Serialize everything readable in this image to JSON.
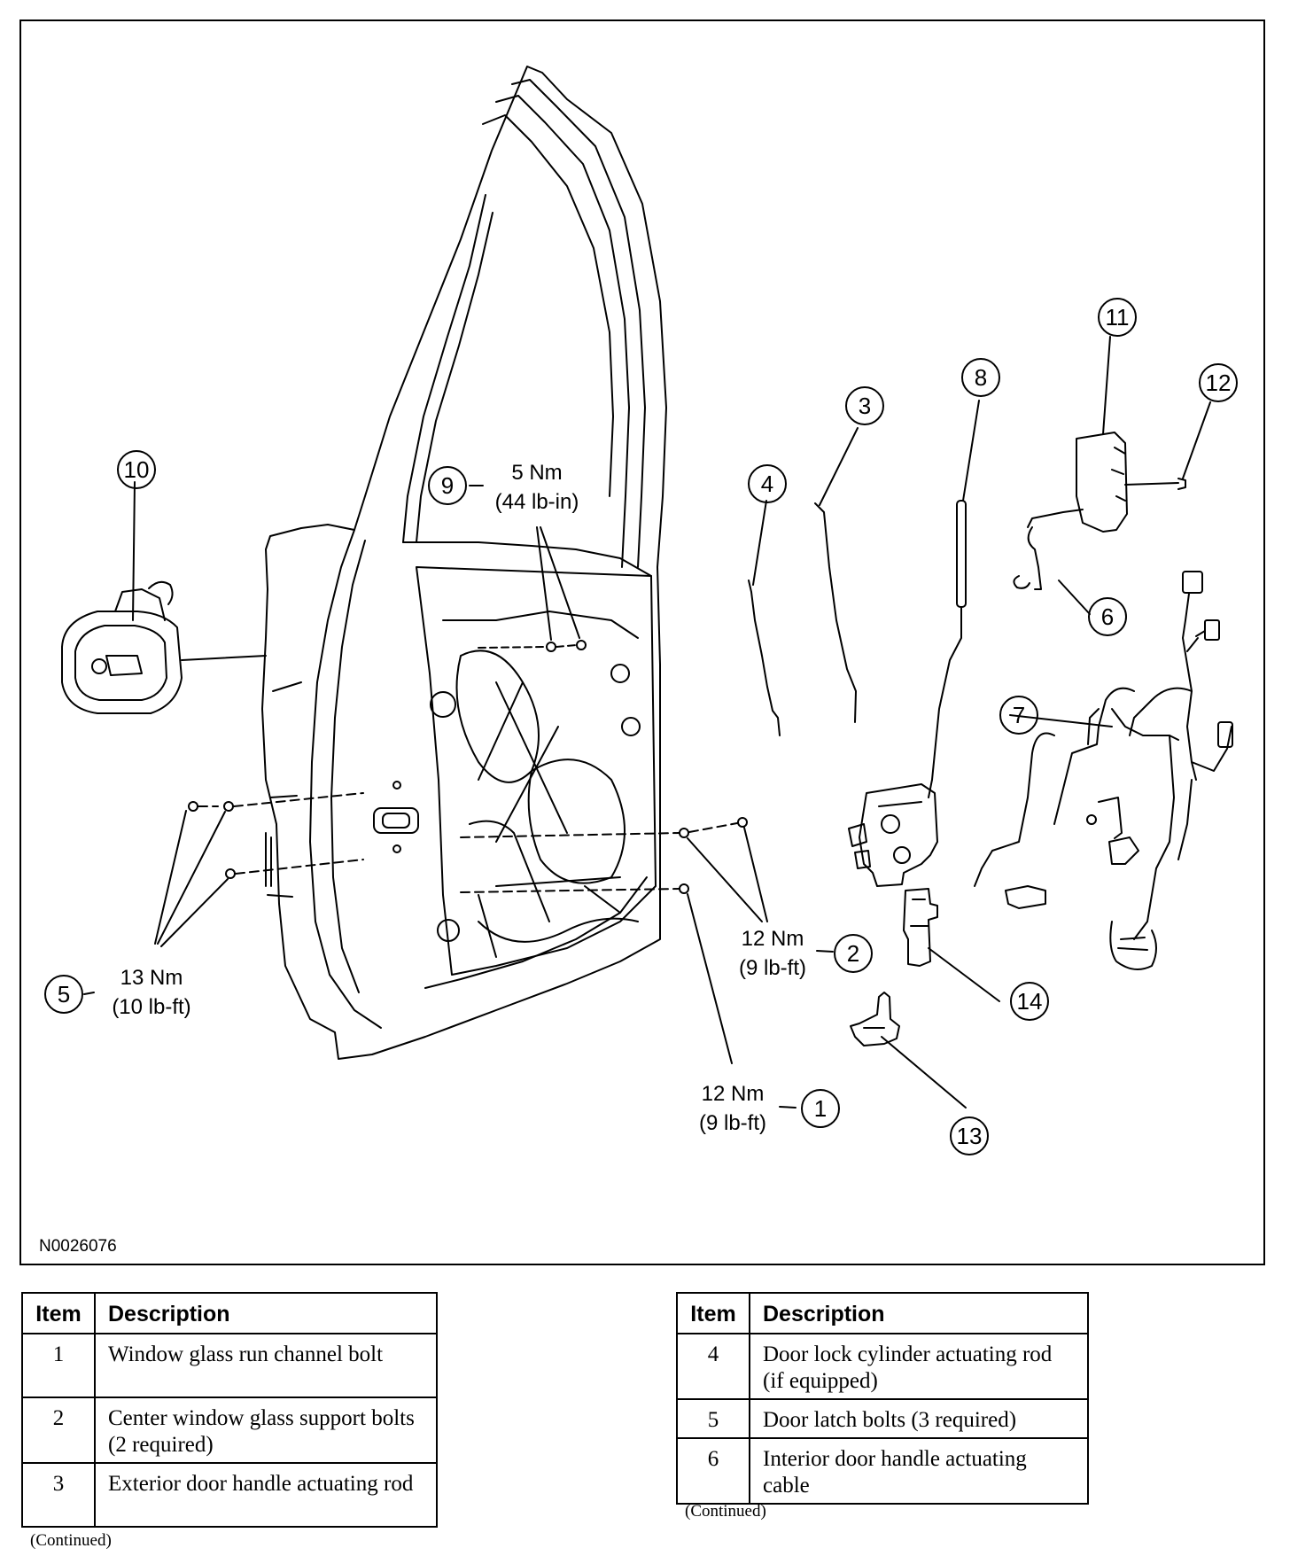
{
  "figure": {
    "id": "N0026076",
    "callouts": [
      "1",
      "2",
      "3",
      "4",
      "5",
      "6",
      "7",
      "8",
      "9",
      "10",
      "11",
      "12",
      "13",
      "14"
    ],
    "torque_specs": {
      "spec_1": {
        "metric": "12 Nm",
        "imperial": "(9 lb-ft)"
      },
      "spec_2": {
        "metric": "12 Nm",
        "imperial": "(9 lb-ft)"
      },
      "spec_5": {
        "metric": "13 Nm",
        "imperial": "(10 lb-ft)"
      },
      "spec_9": {
        "metric": "5 Nm",
        "imperial": "(44 lb-in)"
      }
    }
  },
  "tables": {
    "left": {
      "headers": {
        "item": "Item",
        "description": "Description"
      },
      "rows": [
        {
          "item": "1",
          "description": "Window glass run channel bolt"
        },
        {
          "item": "2",
          "description": "Center window glass support bolts (2 required)"
        },
        {
          "item": "3",
          "description": "Exterior door handle actuating rod"
        }
      ],
      "note": "(Continued)"
    },
    "right": {
      "headers": {
        "item": "Item",
        "description": "Description"
      },
      "rows": [
        {
          "item": "4",
          "description": "Door lock cylinder actuating rod (if equipped)"
        },
        {
          "item": "5",
          "description": "Door latch bolts (3 required)"
        },
        {
          "item": "6",
          "description": "Interior door handle actuating cable"
        }
      ],
      "note": "(Continued)"
    }
  }
}
